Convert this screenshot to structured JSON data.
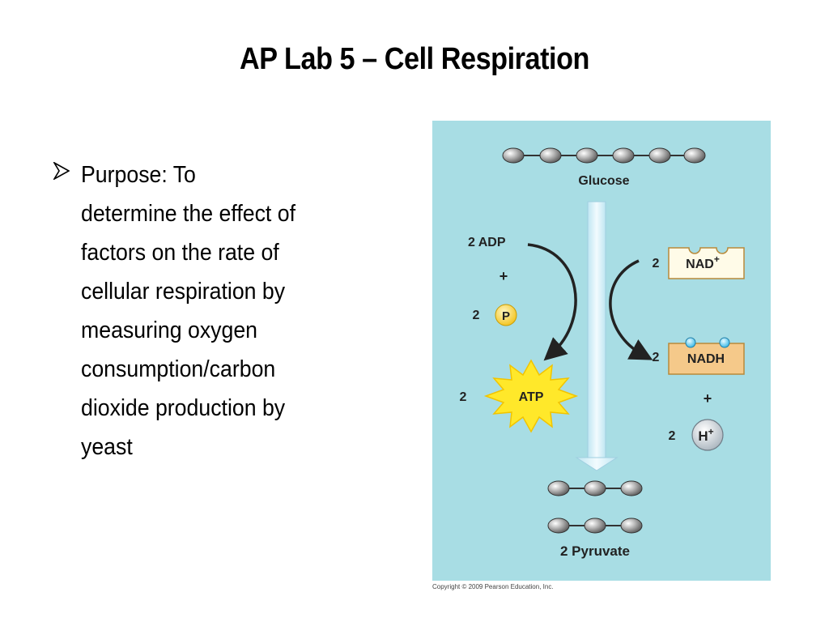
{
  "slide": {
    "title": "AP Lab 5 – Cell Respiration",
    "bullet": {
      "icon": "arrowhead-bullet-icon",
      "text": "Purpose: To\ndetermine the effect of\nfactors on the rate of\ncellular respiration by\nmeasuring oxygen\nconsumption/carbon\ndioxide production by\nyeast"
    }
  },
  "figure": {
    "background_color": "#a8dde4",
    "labels": {
      "glucose": "Glucose",
      "adp": "2 ADP",
      "plus_left": "+",
      "p_coef": "2",
      "p": "P",
      "atp_coef": "2",
      "atp": "ATP",
      "nad_coef": "2",
      "nad": "NAD",
      "nad_sup": "+",
      "nadh_coef": "2",
      "nadh": "NADH",
      "plus_right": "+",
      "h_coef": "2",
      "h": "H",
      "h_sup": "+",
      "pyruvate": "2 Pyruvate"
    },
    "copyright": "Copyright © 2009 Pearson Education, Inc."
  }
}
